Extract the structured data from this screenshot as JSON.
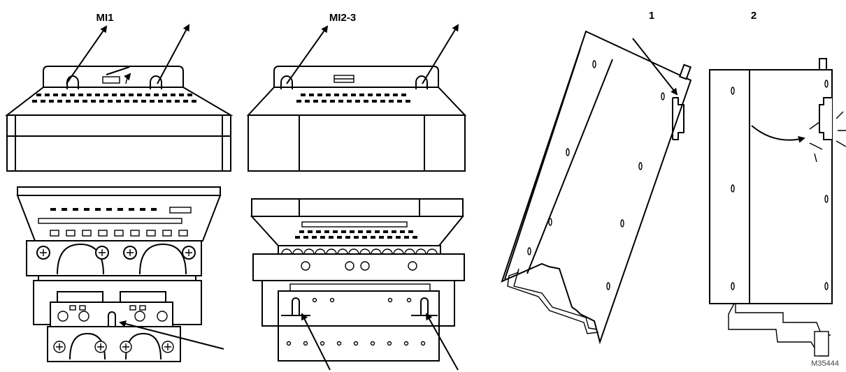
{
  "labels": {
    "mi1": "MI1",
    "mi23": "MI2-3",
    "step1": "1",
    "step2": "2",
    "code": "M35444"
  }
}
